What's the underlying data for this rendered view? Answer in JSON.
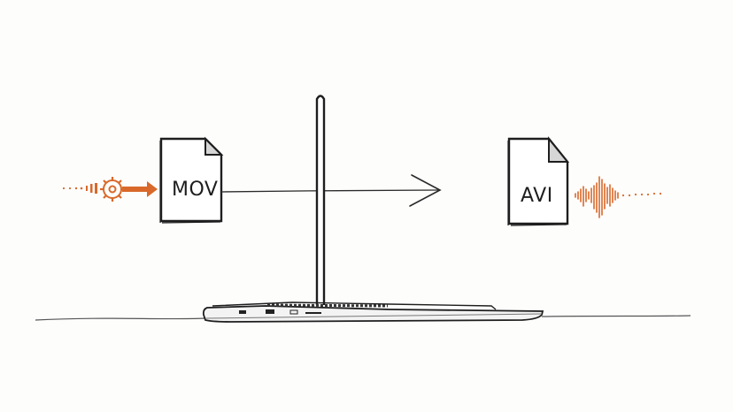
{
  "illustration": {
    "description": "Hand-drawn sketch of MOV to AVI conversion on a laptop",
    "source_file": {
      "label": "MOV"
    },
    "target_file": {
      "label": "AVI"
    },
    "colors": {
      "ink": "#1e1e1e",
      "accent": "#d9692a",
      "paper": "#fdfdfc",
      "fold": "#d6d6d6"
    }
  }
}
